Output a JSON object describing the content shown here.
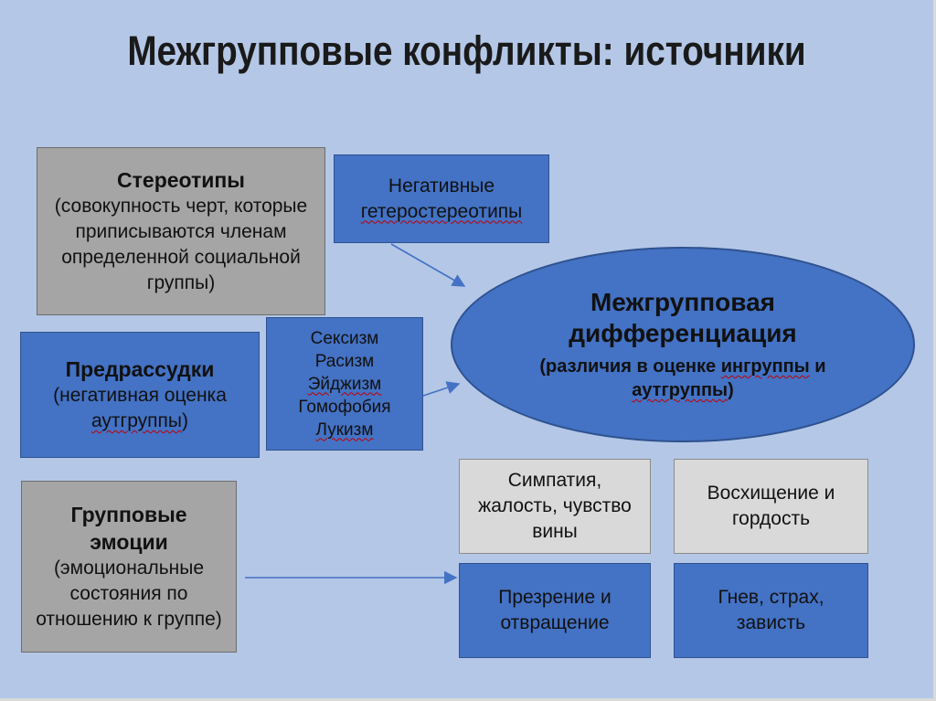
{
  "title": "Межгрупповые конфликты: источники",
  "stereotypes": {
    "head": "Стереотипы",
    "desc": [
      "(совокупность черт, которые",
      "приписываются членам",
      "определенной социальной",
      "группы)"
    ]
  },
  "neg_hetero": {
    "lines": [
      "Негативные",
      "гетеростереотипы"
    ]
  },
  "prejudice": {
    "head": "Предрассудки",
    "desc_line1": "(негативная оценка",
    "desc_word": "аутгруппы",
    "desc_tail": ")"
  },
  "isms": {
    "items": [
      "Сексизм",
      "Расизм",
      "Эйджизм",
      "Гомофобия",
      "Лукизм"
    ]
  },
  "group_emotions": {
    "head": [
      "Групповые",
      "эмоции"
    ],
    "desc": [
      "(эмоциональные",
      "состояния по",
      "отношению к группе)"
    ]
  },
  "differentiation": {
    "title": [
      "Межгрупповая",
      "дифференциация"
    ],
    "sub_pre": "(различия в оценке ",
    "sub_word1": "ингруппы",
    "sub_mid": " и",
    "sub_word2": "аутгруппы",
    "sub_tail": ")"
  },
  "emotion_cells": {
    "sympathy": [
      "Симпатия,",
      "жалость, чувство",
      "вины"
    ],
    "admiration": [
      "Восхищение и",
      "гордость"
    ],
    "contempt": [
      "Презрение и",
      "отвращение"
    ],
    "anger": [
      "Гнев, страх,",
      "зависть"
    ]
  },
  "colors": {
    "background": "#b4c7e7",
    "gray_box": "#a5a5a5",
    "blue_box": "#4472c4",
    "light_box": "#d9d9d9",
    "arrow": "#4472c4"
  }
}
